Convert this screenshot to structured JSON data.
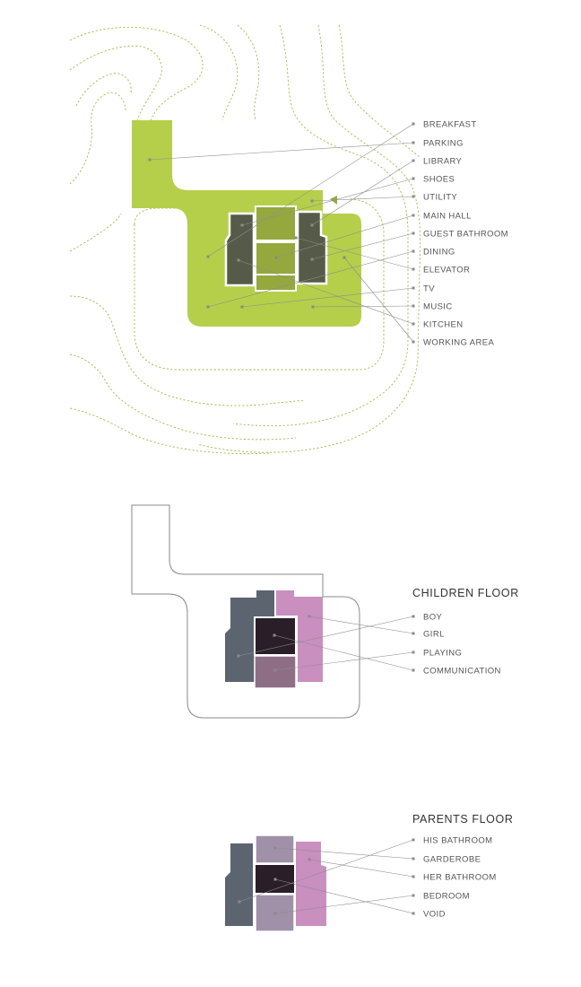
{
  "ground_floor": {
    "labels": [
      "BREAKFAST",
      "PARKING",
      "LIBRARY",
      "SHOES",
      "UTILITY",
      "MAIN HALL",
      "GUEST BATHROOM",
      "DINING",
      "ELEVATOR",
      "TV",
      "MUSIC",
      "KITCHEN",
      "WORKING AREA"
    ],
    "colors": {
      "site": "#b5cf4a",
      "room_dark": "#555b48",
      "room_light": "#95a83e",
      "contour": "#a6b84a"
    }
  },
  "children_floor": {
    "title": "CHILDREN FLOOR",
    "labels": [
      "BOY",
      "GIRL",
      "PLAYING",
      "COMMUNICATION"
    ],
    "colors": {
      "slate": "#5c6470",
      "pink": "#c98fbf",
      "dark": "#2a1e28",
      "mauve": "#8e6e85"
    }
  },
  "parents_floor": {
    "title": "PARENTS FLOOR",
    "labels": [
      "HIS BATHROOM",
      "GARDEROBE",
      "HER BATHROOM",
      "BEDROOM",
      "VOID"
    ],
    "colors": {
      "slate": "#5c6470",
      "pink": "#c98fbf",
      "dark": "#2a1e28",
      "lilac": "#a090a8"
    }
  }
}
